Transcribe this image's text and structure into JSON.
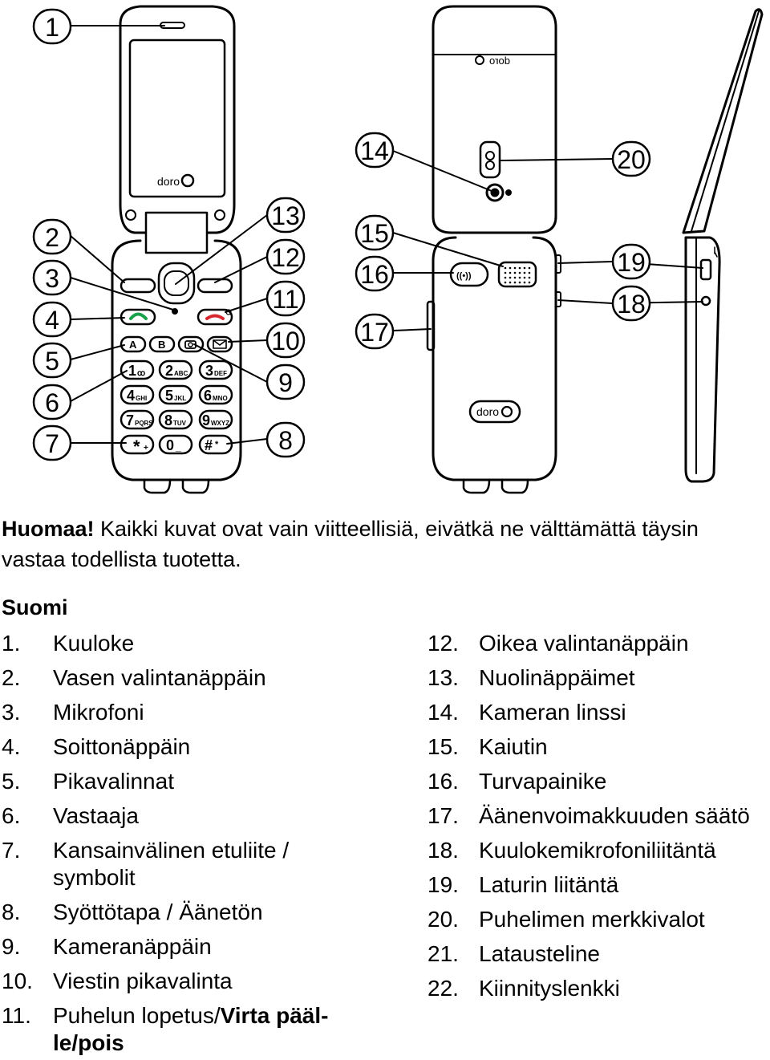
{
  "diagram": {
    "callouts": [
      "1",
      "2",
      "3",
      "4",
      "5",
      "6",
      "7",
      "8",
      "9",
      "10",
      "11",
      "12",
      "13",
      "14",
      "15",
      "16",
      "17",
      "18",
      "19",
      "20"
    ],
    "brand": "doro",
    "brand_mirrored": "doro",
    "keys": {
      "a": "A",
      "b": "B",
      "k1": "1",
      "k1_sub": "ꝏ",
      "k2": "2",
      "k2_sub": "ABC",
      "k3": "3",
      "k3_sub": "DEF",
      "k4": "4",
      "k4_sub": "GHI",
      "k5": "5",
      "k5_sub": "JKL",
      "k6": "6",
      "k6_sub": "MNO",
      "k7": "7",
      "k7_sub": "PQRS",
      "k8": "8",
      "k8_sub": "TUV",
      "k9": "9",
      "k9_sub": "WXYZ",
      "star": "*",
      "star_sub": "+",
      "k0": "0",
      "k0_sub": "_",
      "hash": "#",
      "hash_sub": "*"
    },
    "alarm_symbol": "((•))"
  },
  "note": {
    "bold": "Huomaa!",
    "text": " Kaikki kuvat ovat vain viitteellisiä, eivätkä ne välttämättä täysin vastaa todellista tuotetta."
  },
  "language": "Suomi",
  "legend_left": [
    {
      "num": "1.",
      "text": "Kuuloke"
    },
    {
      "num": "2.",
      "text": "Vasen valintanäppäin"
    },
    {
      "num": "3.",
      "text": "Mikrofoni"
    },
    {
      "num": "4.",
      "text": "Soittonäppäin"
    },
    {
      "num": "5.",
      "text": "Pikavalinnat"
    },
    {
      "num": "6.",
      "text": "Vastaaja"
    },
    {
      "num": "7.",
      "text": "Kansainvälinen etuliite / symbolit"
    },
    {
      "num": "8.",
      "text": "Syöttötapa / Äänetön"
    },
    {
      "num": "9.",
      "text": "Kameranäppäin"
    },
    {
      "num": "10.",
      "text": "Viestin pikavalinta"
    },
    {
      "num": "11.",
      "text": "Puhelun lopetus/",
      "bold": "Virta pääl-le/pois"
    }
  ],
  "legend_right": [
    {
      "num": "12.",
      "text": "Oikea valintanäppäin"
    },
    {
      "num": "13.",
      "text": "Nuolinäppäimet"
    },
    {
      "num": "14.",
      "text": "Kameran linssi"
    },
    {
      "num": "15.",
      "text": "Kaiutin"
    },
    {
      "num": "16.",
      "text": "Turvapainike"
    },
    {
      "num": "17.",
      "text": "Äänenvoimakkuuden säätö"
    },
    {
      "num": "18.",
      "text": "Kuulokemikrofoniliitäntä"
    },
    {
      "num": "19.",
      "text": "Laturin liitäntä"
    },
    {
      "num": "20.",
      "text": "Puhelimen merkkivalot"
    },
    {
      "num": "21.",
      "text": "Latausteline"
    },
    {
      "num": "22.",
      "text": "Kiinnityslenkki"
    }
  ]
}
